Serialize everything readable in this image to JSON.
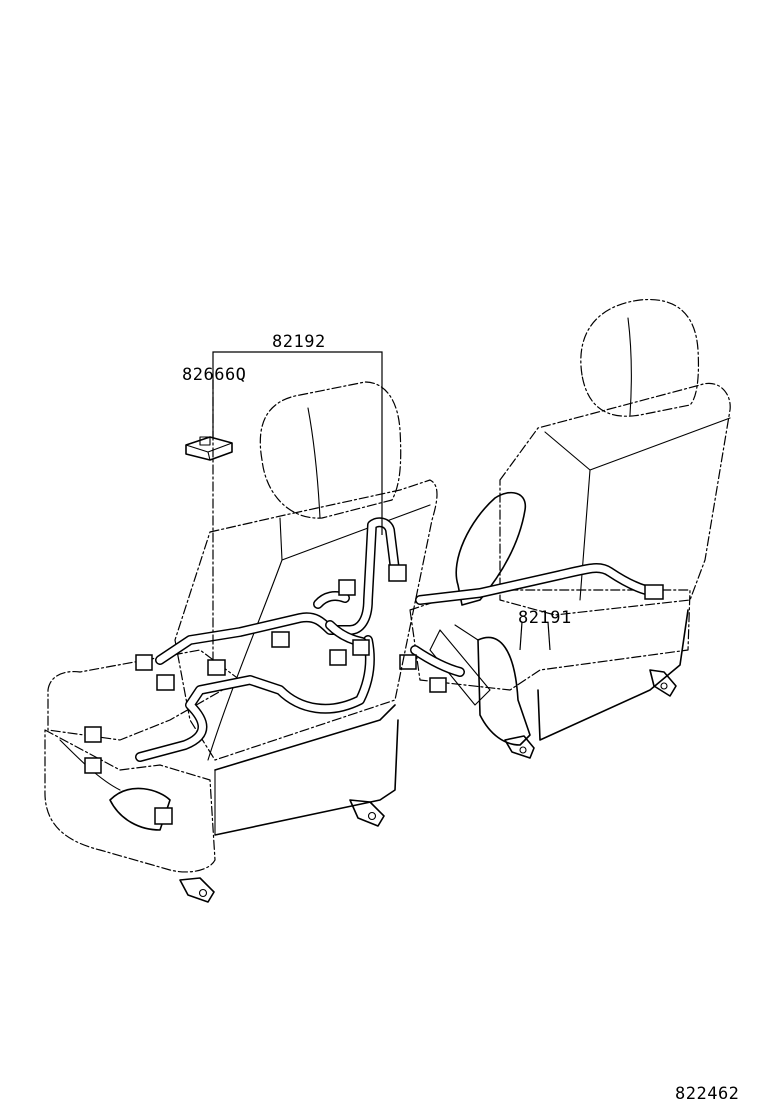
{
  "diagram": {
    "part_labels": {
      "harness_upper": "82192",
      "clip": "82666Q",
      "harness_lower": "82191"
    },
    "illustration_number": "822462"
  }
}
